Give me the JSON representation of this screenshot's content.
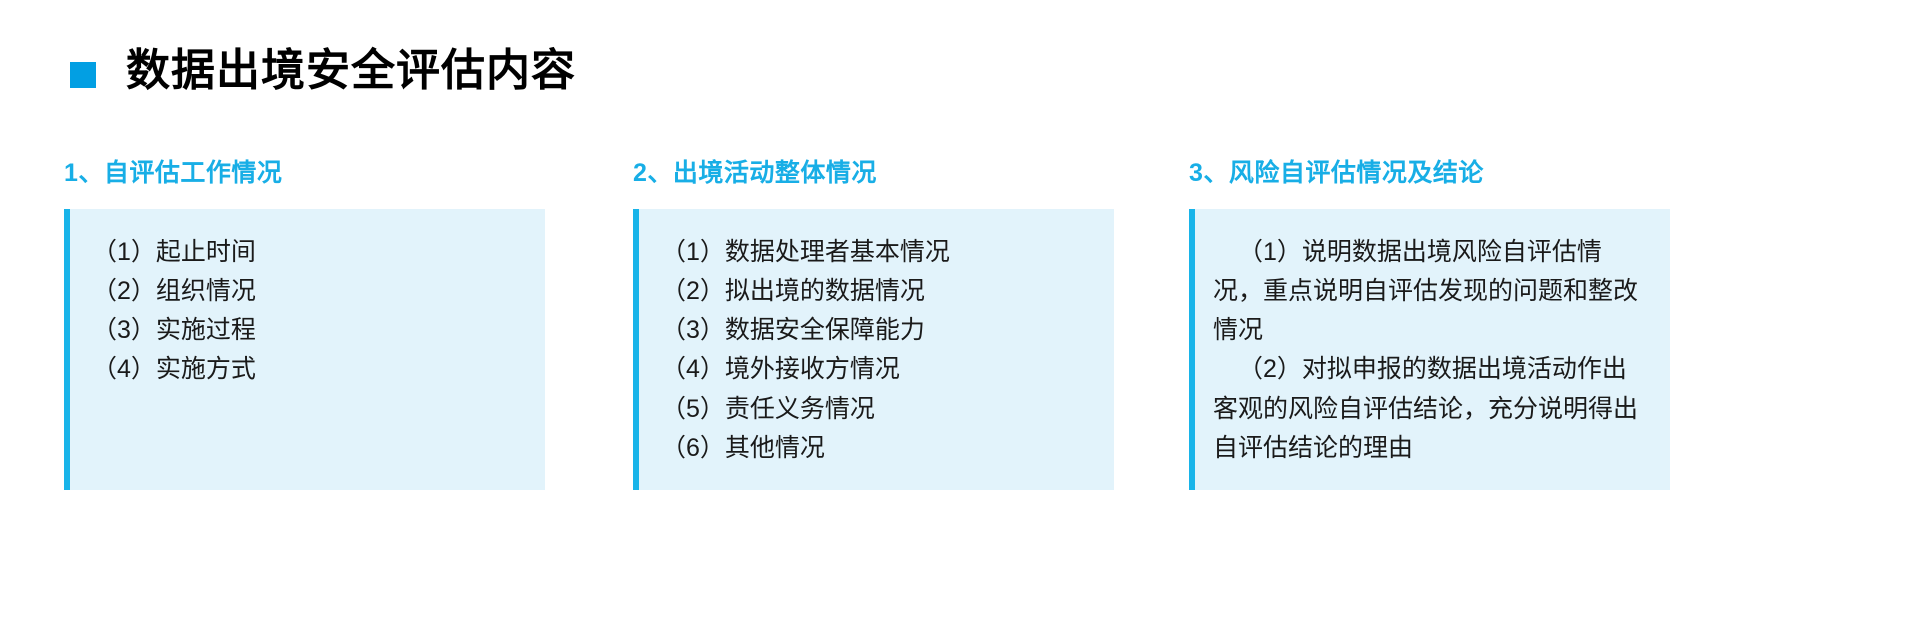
{
  "slide": {
    "title": "数据出境安全评估内容",
    "bullet_icon": "square-bullet-icon",
    "accent_color": "#18B4E9",
    "heading_color": "#18AEE6",
    "panel_background": "#E2F3FB",
    "bullet_color": "#029FE3"
  },
  "columns": [
    {
      "heading": "1、自评估工作情况",
      "items": [
        "（1）起止时间",
        "（2）组织情况",
        "（3）实施过程",
        "（4）实施方式"
      ]
    },
    {
      "heading": "2、出境活动整体情况",
      "items": [
        "（1）数据处理者基本情况",
        "（2）拟出境的数据情况",
        "（3）数据安全保障能力",
        "（4）境外接收方情况",
        "（5）责任义务情况",
        "（6）其他情况"
      ]
    },
    {
      "heading": "3、风险自评估情况及结论",
      "paragraphs": [
        "（1）说明数据出境风险自评估情况，重点说明自评估发现的问题和整改情况",
        "（2）对拟申报的数据出境活动作出客观的风险自评估结论，充分说明得出自评估结论的理由"
      ]
    }
  ]
}
